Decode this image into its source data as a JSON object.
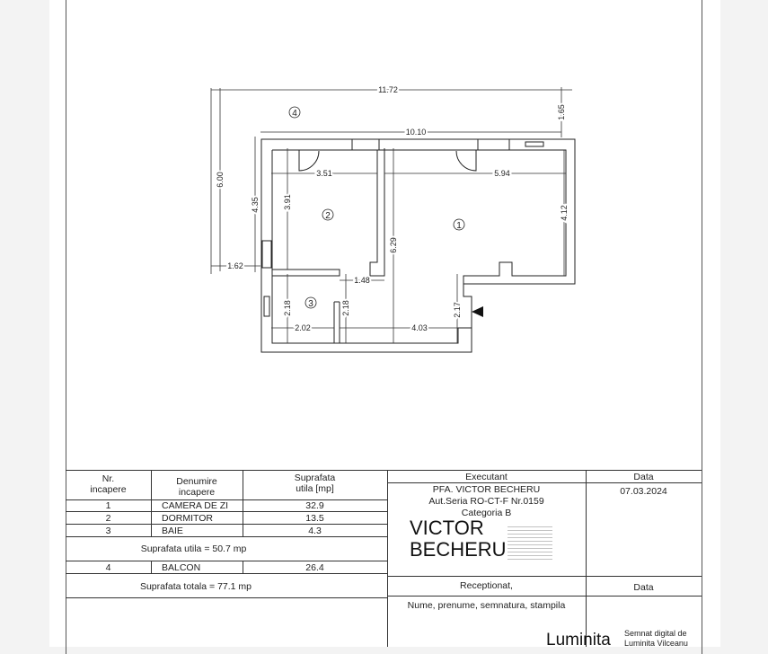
{
  "plan": {
    "dimensions": [
      "11.72",
      "10.10",
      "1.65",
      "6.00",
      "4.35",
      "1.62",
      "3.51",
      "5.94",
      "4.12",
      "3.91",
      "6.29",
      "1.48",
      "2.18",
      "2.18",
      "2.02",
      "4.03",
      "2.17"
    ],
    "room_markers": [
      "1",
      "2",
      "3",
      "4"
    ]
  },
  "rooms_table": {
    "headers": [
      "Nr.\nincapere",
      "Denumire\nincapere",
      "Suprafata\nutila [mp]"
    ],
    "header_nr": [
      "Nr.",
      "incapere"
    ],
    "header_name": [
      "Denumire",
      "incapere"
    ],
    "header_area": [
      "Suprafata",
      "utila [mp]"
    ],
    "rows": [
      {
        "nr": "1",
        "name": "CAMERA DE ZI",
        "area": "32.9"
      },
      {
        "nr": "2",
        "name": "DORMITOR",
        "area": "13.5"
      },
      {
        "nr": "3",
        "name": "BAIE",
        "area": "4.3"
      }
    ],
    "subtotal": "Suprafata utila = 50.7 mp",
    "balcony": {
      "nr": "4",
      "name": "BALCON",
      "area": "26.4"
    },
    "total": "Suprafata totala = 77.1 mp"
  },
  "executant": {
    "header": "Executant",
    "line1": "PFA. VICTOR BECHERU",
    "line2": "Aut.Seria RO-CT-F Nr.0159",
    "line3": "Categoria B",
    "signature": [
      "VICTOR",
      "BECHERU"
    ],
    "date_header": "Data",
    "date": "07.03.2024"
  },
  "receptionat": {
    "header": "Receptionat,",
    "date_header": "Data",
    "fields": "Nume, prenume, semnatura, stampila",
    "signature": "Luminita",
    "sign_note": [
      "Semnat digital de",
      "Luminita Vilceanu"
    ]
  }
}
